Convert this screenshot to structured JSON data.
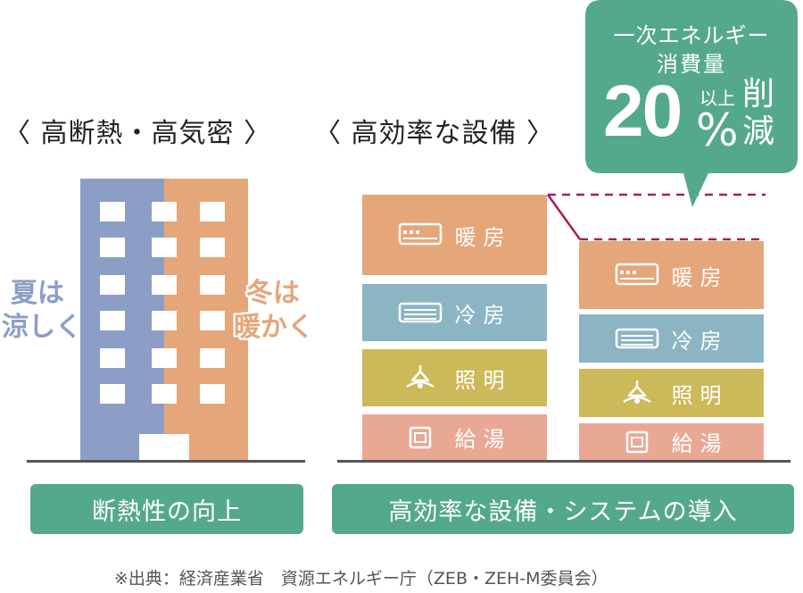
{
  "headings": {
    "left": "〈 高断熱・高気密 〉",
    "right": "〈 高効率な設備 〉"
  },
  "building": {
    "left_label_1": "夏は",
    "left_label_2": "涼しく",
    "right_label_1": "冬は",
    "right_label_2": "暖かく"
  },
  "equipment_before": [
    {
      "label": "暖房",
      "icon": "heater-icon",
      "color": "#e5a67a"
    },
    {
      "label": "冷房",
      "icon": "air-conditioner-icon",
      "color": "#8cb5c3"
    },
    {
      "label": "照明",
      "icon": "lamp-icon",
      "color": "#ccb95a"
    },
    {
      "label": "給湯",
      "icon": "water-heater-icon",
      "color": "#e9a894"
    }
  ],
  "equipment_after": [
    {
      "label": "暖房",
      "icon": "heater-icon",
      "color": "#e5a67a"
    },
    {
      "label": "冷房",
      "icon": "air-conditioner-icon",
      "color": "#8cb5c3"
    },
    {
      "label": "照明",
      "icon": "lamp-icon",
      "color": "#ccb95a"
    },
    {
      "label": "給湯",
      "icon": "water-heater-icon",
      "color": "#e9a894"
    }
  ],
  "callout": {
    "line1": "一次エネルギー",
    "line2": "消費量",
    "number": "20",
    "percent": "%",
    "small": "以上",
    "reduction_1": "削",
    "reduction_2": "減",
    "reduction_percent": 20
  },
  "buttons": {
    "left": "断熱性の向上",
    "right": "高効率な設備・システムの導入"
  },
  "footnote": "※出典：経済産業省　資源エネルギー庁（ZEB・ZEH-M委員会）",
  "colors": {
    "green": "#55a98b",
    "building_blue": "#8c9ec6",
    "building_orange": "#e5a67a",
    "cool_text": "#8c9ec6",
    "warm_text": "#e5a67a",
    "reduction_line": "#a61e5a"
  }
}
